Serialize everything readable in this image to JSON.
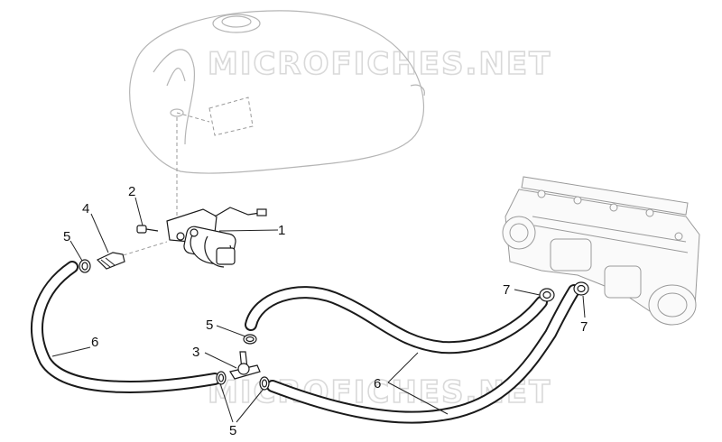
{
  "watermark": {
    "top_text": "MICROFICHES.NET",
    "bottom_text": "MICROFICHES.NET"
  },
  "callouts": {
    "pump": "1",
    "screw": "2",
    "tee_fitting": "3",
    "nozzle": "4",
    "clamp_left": "5",
    "clamp_tee_top": "5",
    "clamp_tee_bottom": "5",
    "hose_left": "6",
    "hose_right": "6",
    "clamp_throttle_left": "7",
    "clamp_throttle_right": "7"
  }
}
